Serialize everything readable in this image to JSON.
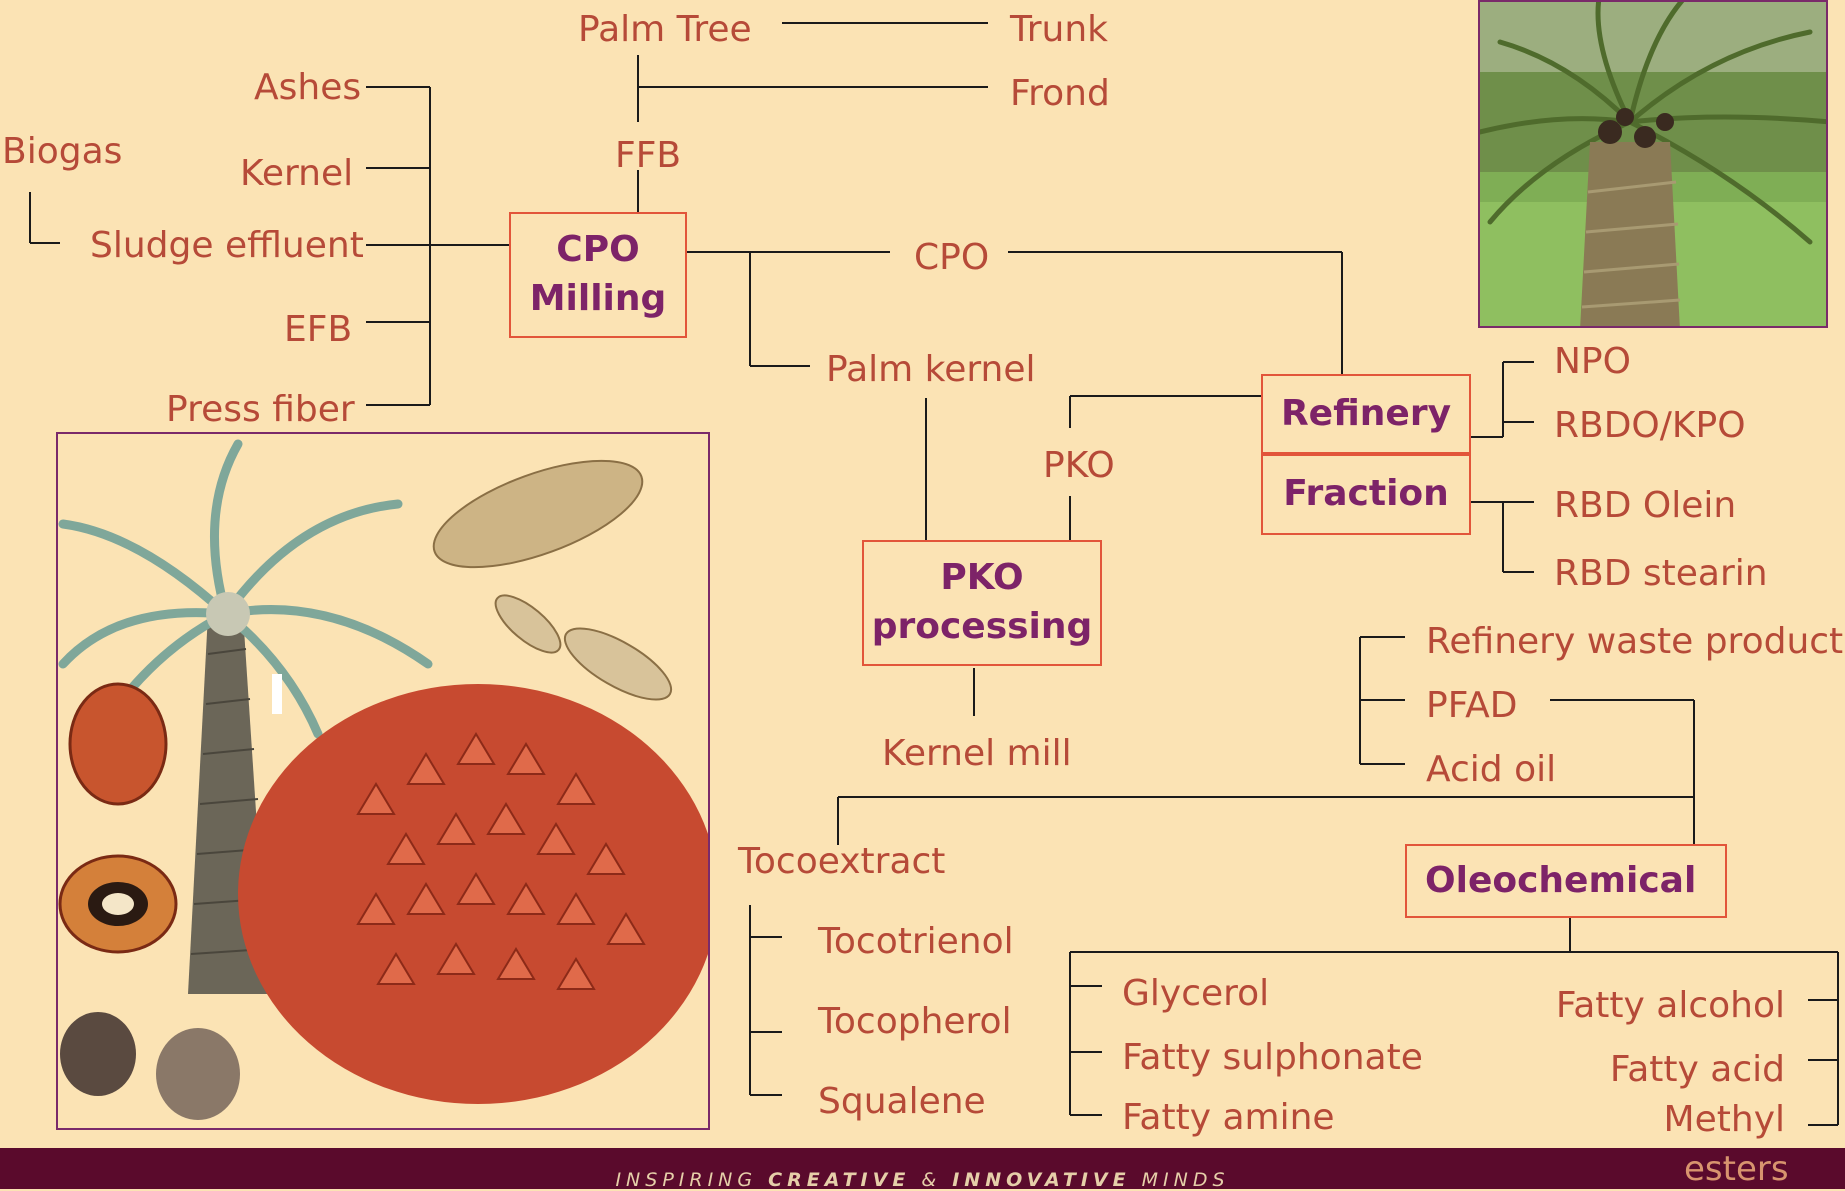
{
  "nodes": {
    "palm_tree": "Palm Tree",
    "trunk": "Trunk",
    "frond": "Frond",
    "ffb": "FFB",
    "ashes": "Ashes",
    "biogas": "Biogas",
    "kernel": "Kernel",
    "sludge": "Sludge effluent",
    "efb": "EFB",
    "press_fiber": "Press fiber",
    "cpo_out": "CPO",
    "palm_kernel": "Palm kernel",
    "pko": "PKO",
    "kernel_mill": "Kernel mill",
    "npo": "NPO",
    "rbdo_kpo": "RBDO/KPO",
    "rbd_olein": "RBD Olein",
    "rbd_stearin": "RBD stearin",
    "refinery_waste": "Refinery waste product",
    "pfad": "PFAD",
    "acid_oil": "Acid oil",
    "tocoextract": "Tocoextract",
    "tocotrienol": "Tocotrienol",
    "tocopherol": "Tocopherol",
    "squalene": "Squalene",
    "glycerol": "Glycerol",
    "fatty_sulphonate": "Fatty sulphonate",
    "fatty_amine": "Fatty amine",
    "fatty_alcohol": "Fatty alcohol",
    "fatty_acid": "Fatty acid",
    "methyl": "Methyl",
    "esters": "esters"
  },
  "boxes": {
    "cpo_milling": [
      "CPO",
      "Milling"
    ],
    "refinery": "Refinery",
    "fraction": "Fraction",
    "pko_processing": [
      "PKO",
      "processing"
    ],
    "oleochemical": "Oleochemical"
  },
  "footer": {
    "part1": "INSPIRING ",
    "part2": "CREATIVE",
    "part3": " & ",
    "part4": "INNOVATIVE",
    "part5": " MINDS"
  },
  "colors": {
    "background": "#fbe3b4",
    "label": "#b64a38",
    "box_border": "#e2553a",
    "box_text": "#7d2368",
    "footer": "#5a0a2c"
  }
}
